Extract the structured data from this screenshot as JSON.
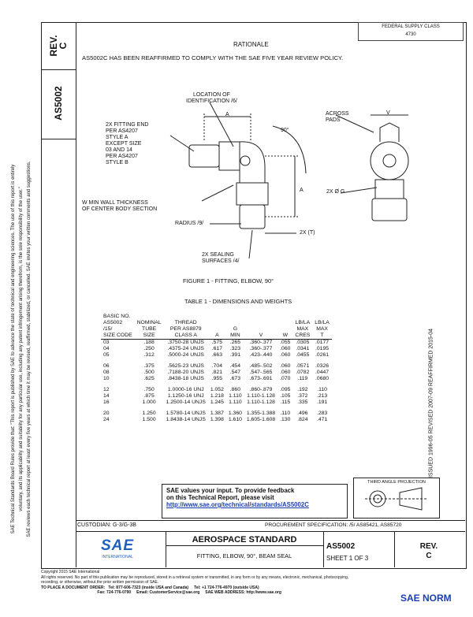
{
  "sidebar": {
    "rev_label": "REV.",
    "rev_value": "C",
    "doc_number": "AS5002"
  },
  "margin_text": {
    "line1": "SAE Technical Standards Board Rules provide that: \"This report is published by SAE to advance the state of technical and engineering sciences. The use of this report is entirely",
    "line2": "voluntary, and its applicability and suitability for any particular use, including any patent infringement arising therefrom, is the sole responsibility of the user.\"",
    "line3": "SAE reviews each technical report at least every five years at which time it may be revised, reaffirmed, stabilized, or cancelled. SAE invites your written comments and suggestions."
  },
  "stamp": {
    "line1": "FEDERAL SUPPLY CLASS",
    "line2": "4730"
  },
  "rationale": {
    "heading": "RATIONALE",
    "text": "AS5002C HAS BEEN REAFFIRMED TO COMPLY WITH THE SAE FIVE YEAR REVIEW POLICY."
  },
  "figure": {
    "caption": "FIGURE 1 - FITTING, ELBOW, 90°",
    "labels": {
      "loc_id1": "LOCATION OF",
      "loc_id2": "IDENTIFICATION /6/",
      "fit1": "2X FITTING END",
      "fit2": "PER AS4207",
      "fit3": "STYLE A",
      "fit4": "EXCEPT SIZE",
      "fit5": "03 AND 14",
      "fit6": "PER AS4207",
      "fit7": "STYLE B",
      "wall1": "W MIN WALL THICKNESS",
      "wall2": "OF CENTER BODY SECTION",
      "radius": "RADIUS /9/",
      "seal1": "2X SEALING",
      "seal2": "SURFACES /4/",
      "across1": "ACROSS",
      "across2": "PADS",
      "a_top": "A",
      "a_side": "A",
      "v": "V",
      "angle": "90°",
      "dia": "2X Ø G",
      "t": "2X (T)"
    }
  },
  "table": {
    "caption": "TABLE 1 - DIMENSIONS AND WEIGHTS",
    "headers": [
      [
        "BASIC NO.",
        "AS5002",
        "/15/",
        "SIZE CODE"
      ],
      [
        "",
        "NOMINAL",
        "TUBE",
        "SIZE"
      ],
      [
        "THREAD",
        "PER AS8879",
        "CLASS A"
      ],
      [
        "A"
      ],
      [
        "G",
        "MIN"
      ],
      [
        "V"
      ],
      [
        "W"
      ],
      [
        "LB/LA",
        "MAX",
        "CRES"
      ],
      [
        "LB/LA",
        "MAX",
        "T"
      ]
    ],
    "groups": [
      [
        [
          "03",
          ".188",
          ".3750-28 UNJS",
          ".575",
          ".265",
          ".360-.377",
          ".055",
          ".0305",
          ".0177"
        ],
        [
          "04",
          ".250",
          ".4375-24 UNJS",
          ".617",
          ".323",
          ".360-.377",
          ".060",
          ".0341",
          ".0195"
        ],
        [
          "05",
          ".312",
          ".5000-24 UNJS",
          ".663",
          ".391",
          ".423-.440",
          ".060",
          ".0455",
          ".0261"
        ]
      ],
      [
        [
          "06",
          ".375",
          ".5625-23 UNJS",
          ".704",
          ".454",
          ".485-.502",
          ".060",
          ".0571",
          ".0326"
        ],
        [
          "08",
          ".500",
          ".7188-20 UNJS",
          ".821",
          ".547",
          ".547-.565",
          ".060",
          ".0782",
          ".0447"
        ],
        [
          "10",
          ".625",
          ".8438-18 UNJS",
          ".955",
          ".673",
          ".673-.691",
          ".070",
          ".119",
          ".0680"
        ]
      ],
      [
        [
          "12",
          ".750",
          "1.0000-16 UNJ",
          "1.052",
          ".860",
          ".860-.879",
          ".095",
          ".192",
          ".110"
        ],
        [
          "14",
          ".875",
          "1.1250-16 UNJ",
          "1.218",
          "1.110",
          "1.110-1.128",
          ".105",
          ".372",
          ".213"
        ],
        [
          "16",
          "1.000",
          "1.2500-14 UNJS",
          "1.245",
          "1.110",
          "1.110-1.128",
          ".115",
          ".335",
          ".191"
        ]
      ],
      [
        [
          "20",
          "1.250",
          "1.5780-14 UNJS",
          "1.387",
          "1.360",
          "1.355-1.388",
          ".110",
          ".496",
          ".283"
        ],
        [
          "24",
          "1.500",
          "1.8438-14 UNJS",
          "1.398",
          "1.610",
          "1.605-1.608",
          ".130",
          ".824",
          ".471"
        ]
      ]
    ]
  },
  "right_margin": "ISSUED 1996-05    REVISED 2007-09    REAFFIRMED 2015-04",
  "feedback": {
    "line1": "SAE values your input. To provide feedback",
    "line2": "on this Technical Report, please visit",
    "url": "http://www.sae.org/technical/standards/AS5002C"
  },
  "projection_label": "THIRD ANGLE PROJECTION",
  "custodian": "CUSTODIAN: G-3/G-3B",
  "procurement": "PROCUREMENT SPECIFICATION: /5/ AS85421, AS85720",
  "title_block": {
    "logo": "SAE",
    "logo_sub": "INTERNATIONAL",
    "standard": "AEROSPACE STANDARD",
    "title": "FITTING, ELBOW, 90°, BEAM SEAL",
    "doc": "AS5002",
    "sheet": "SHEET 1 OF 3",
    "rev_label": "REV.",
    "rev": "C"
  },
  "footer": {
    "copyright": "Copyright 2015 SAE International",
    "rights": "All rights reserved. No part of this publication may be reproduced, stored in a retrieval system or transmitted, in any form or by any means, electronic, mechanical, photocopying,",
    "rights2": "recording, or otherwise, without the prior written permission of SAE.",
    "order_label": "TO PLACE A DOCUMENT ORDER:",
    "tel1": "Tel: 877-606-7323 (inside USA and Canada)",
    "tel2": "Tel: +1 724-776-4970 (outside USA)",
    "fax": "Fax: 724-776-0790",
    "email": "Email: CustomerService@sae.org",
    "web": "SAE WEB ADDRESS: http://www.sae.org",
    "watermark": "SAE NORM"
  },
  "colors": {
    "accent": "#1a3fb0",
    "logo_blue": "#1f5fbf"
  }
}
